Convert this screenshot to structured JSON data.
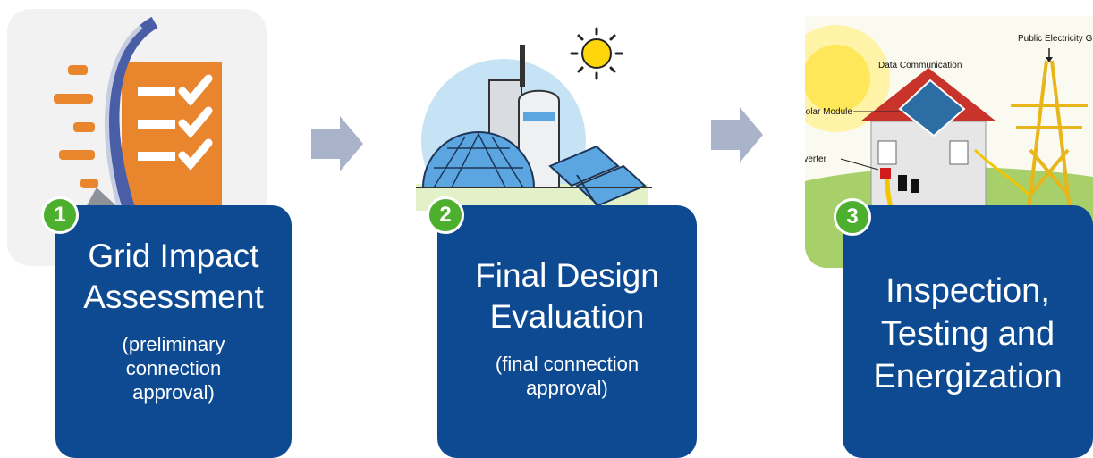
{
  "colors": {
    "card_blue": "#0d4a92",
    "badge_green": "#4caf2e",
    "arrow_gray": "#a9b4ca",
    "checklist_orange": "#e9852c"
  },
  "steps": [
    {
      "number": "1",
      "title": "Grid Impact\nAssessment",
      "subtitle": "(preliminary\nconnection\napproval)",
      "icon": "checklist-icon"
    },
    {
      "number": "2",
      "title": "Final Design\nEvaluation",
      "subtitle": "(final connection\napproval)",
      "icon": "solar-plant-icon"
    },
    {
      "number": "3",
      "title": "Inspection,\nTesting and\nEnergization",
      "subtitle": "",
      "icon": "solar-house-grid-icon"
    }
  ],
  "diagram_labels": {
    "public_grid": "Public Electricity Grid",
    "data_communication": "Data Communication",
    "solar_module": "Solar Module",
    "inverter": "Inverter"
  }
}
